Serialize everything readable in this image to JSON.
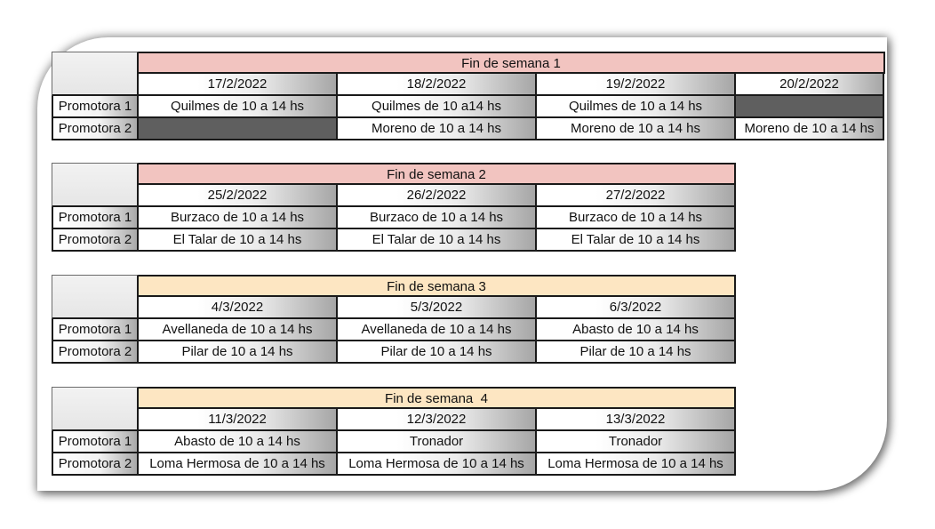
{
  "row_labels": [
    "Promotora 1",
    "Promotora 2"
  ],
  "colors": {
    "title_pink": "#f2c4c0",
    "title_peach": "#fde6c2",
    "empty_cell": "#5f5f5f"
  },
  "weekends": [
    {
      "title": "Fin de semana 1",
      "dates": [
        "17/2/2022",
        "18/2/2022",
        "19/2/2022",
        "20/2/2022"
      ],
      "promotora1": [
        "Quilmes de 10 a 14 hs",
        "Quilmes de 10 a14 hs",
        "Quilmes de 10 a 14 hs",
        ""
      ],
      "promotora2": [
        "",
        "Moreno de 10 a 14 hs",
        "Moreno de 10 a 14 hs",
        "Moreno de 10 a 14 hs"
      ]
    },
    {
      "title": "Fin de semana 2",
      "dates": [
        "25/2/2022",
        "26/2/2022",
        "27/2/2022"
      ],
      "promotora1": [
        "Burzaco de 10 a 14 hs",
        "Burzaco de 10 a 14 hs",
        "Burzaco de 10 a 14 hs"
      ],
      "promotora2": [
        "El Talar de 10 a 14 hs",
        "El Talar de 10 a 14 hs",
        "El Talar de 10 a 14 hs"
      ]
    },
    {
      "title": "Fin de semana 3",
      "dates": [
        "4/3/2022",
        "5/3/2022",
        "6/3/2022"
      ],
      "promotora1": [
        "Avellaneda de 10 a 14 hs",
        "Avellaneda de 10 a 14 hs",
        "Abasto de 10 a 14 hs"
      ],
      "promotora2": [
        "Pilar de 10 a 14 hs",
        "Pilar de 10 a 14 hs",
        "Pilar de 10 a 14 hs"
      ]
    },
    {
      "title": "Fin de semana  4",
      "dates": [
        "11/3/2022",
        "12/3/2022",
        "13/3/2022"
      ],
      "promotora1": [
        "Abasto de 10 a 14 hs",
        "Tronador",
        "Tronador"
      ],
      "promotora2": [
        "Loma Hermosa de 10 a 14 hs",
        "Loma Hermosa de 10 a 14 hs",
        "Loma Hermosa de 10 a 14 hs"
      ]
    }
  ]
}
